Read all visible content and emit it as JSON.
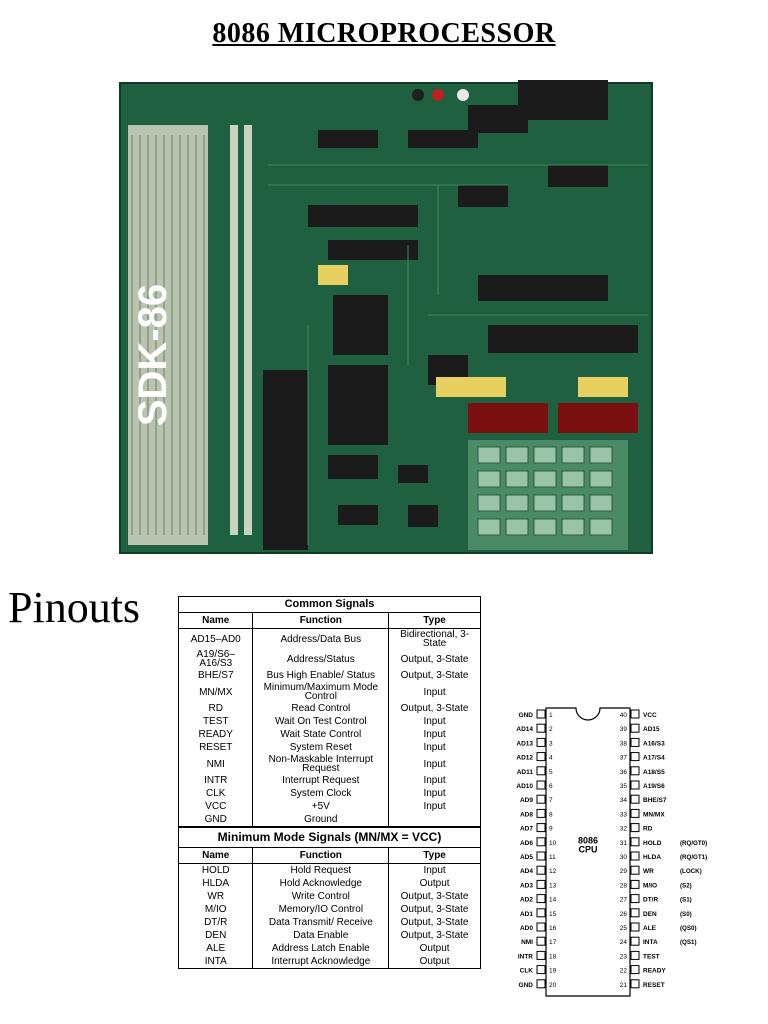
{
  "header": {
    "title": "8086 MICROPROCESSOR"
  },
  "board": {
    "silkscreen": "SDK-86"
  },
  "section": {
    "title": "Pinouts"
  },
  "common_signals": {
    "caption": "Common Signals",
    "headers": {
      "name": "Name",
      "function": "Function",
      "type": "Type"
    },
    "rows": [
      {
        "name": "AD15–AD0",
        "function": "Address/Data Bus",
        "type": "Bidirectional, 3-State"
      },
      {
        "name": "A19/S6– A16/S3",
        "function": "Address/Status",
        "type": "Output, 3-State"
      },
      {
        "name": "BHE/S7",
        "function": "Bus High Enable/ Status",
        "type": "Output, 3-State"
      },
      {
        "name": "MN/MX",
        "function": "Minimum/Maximum Mode Control",
        "type": "Input"
      },
      {
        "name": "RD",
        "function": "Read Control",
        "type": "Output, 3-State"
      },
      {
        "name": "TEST",
        "function": "Wait On Test Control",
        "type": "Input"
      },
      {
        "name": "READY",
        "function": "Wait State Control",
        "type": "Input"
      },
      {
        "name": "RESET",
        "function": "System Reset",
        "type": "Input"
      },
      {
        "name": "NMI",
        "function": "Non-Maskable Interrupt Request",
        "type": "Input"
      },
      {
        "name": "INTR",
        "function": "Interrupt Request",
        "type": "Input"
      },
      {
        "name": "CLK",
        "function": "System Clock",
        "type": "Input"
      },
      {
        "name": "VCC",
        "function": "+5V",
        "type": "Input"
      },
      {
        "name": "GND",
        "function": "Ground",
        "type": ""
      }
    ]
  },
  "min_mode_signals": {
    "caption": "Minimum Mode Signals (MN/MX = VCC)",
    "headers": {
      "name": "Name",
      "function": "Function",
      "type": "Type"
    },
    "rows": [
      {
        "name": "HOLD",
        "function": "Hold Request",
        "type": "Input"
      },
      {
        "name": "HLDA",
        "function": "Hold Acknowledge",
        "type": "Output"
      },
      {
        "name": "WR",
        "function": "Write Control",
        "type": "Output, 3-State"
      },
      {
        "name": "M/IO",
        "function": "Memory/IO Control",
        "type": "Output, 3-State"
      },
      {
        "name": "DT/R",
        "function": "Data Transmit/ Receive",
        "type": "Output, 3-State"
      },
      {
        "name": "DEN",
        "function": "Data Enable",
        "type": "Output, 3-State"
      },
      {
        "name": "ALE",
        "function": "Address Latch Enable",
        "type": "Output"
      },
      {
        "name": "INTA",
        "function": "Interrupt Acknowledge",
        "type": "Output"
      }
    ]
  },
  "chip": {
    "label_line1": "8086",
    "label_line2": "CPU",
    "left_pins": [
      {
        "num": "1",
        "label": "GND"
      },
      {
        "num": "2",
        "label": "AD14"
      },
      {
        "num": "3",
        "label": "AD13"
      },
      {
        "num": "4",
        "label": "AD12"
      },
      {
        "num": "5",
        "label": "AD11"
      },
      {
        "num": "6",
        "label": "AD10"
      },
      {
        "num": "7",
        "label": "AD9"
      },
      {
        "num": "8",
        "label": "AD8"
      },
      {
        "num": "9",
        "label": "AD7"
      },
      {
        "num": "10",
        "label": "AD6"
      },
      {
        "num": "11",
        "label": "AD5"
      },
      {
        "num": "12",
        "label": "AD4"
      },
      {
        "num": "13",
        "label": "AD3"
      },
      {
        "num": "14",
        "label": "AD2"
      },
      {
        "num": "15",
        "label": "AD1"
      },
      {
        "num": "16",
        "label": "AD0"
      },
      {
        "num": "17",
        "label": "NMI"
      },
      {
        "num": "18",
        "label": "INTR"
      },
      {
        "num": "19",
        "label": "CLK"
      },
      {
        "num": "20",
        "label": "GND"
      }
    ],
    "right_pins": [
      {
        "num": "40",
        "label": "VCC",
        "alt": ""
      },
      {
        "num": "39",
        "label": "AD15",
        "alt": ""
      },
      {
        "num": "38",
        "label": "A16/S3",
        "alt": ""
      },
      {
        "num": "37",
        "label": "A17/S4",
        "alt": ""
      },
      {
        "num": "36",
        "label": "A18/S5",
        "alt": ""
      },
      {
        "num": "35",
        "label": "A19/S6",
        "alt": ""
      },
      {
        "num": "34",
        "label": "BHE/S7",
        "alt": ""
      },
      {
        "num": "33",
        "label": "MN/MX",
        "alt": ""
      },
      {
        "num": "32",
        "label": "RD",
        "alt": ""
      },
      {
        "num": "31",
        "label": "HOLD",
        "alt": "(RQ/GT0)"
      },
      {
        "num": "30",
        "label": "HLDA",
        "alt": "(RQ/GT1)"
      },
      {
        "num": "29",
        "label": "WR",
        "alt": "(LOCK)"
      },
      {
        "num": "28",
        "label": "M/IO",
        "alt": "(S2)"
      },
      {
        "num": "27",
        "label": "DT/R",
        "alt": "(S1)"
      },
      {
        "num": "26",
        "label": "DEN",
        "alt": "(S0)"
      },
      {
        "num": "25",
        "label": "ALE",
        "alt": "(QS0)"
      },
      {
        "num": "24",
        "label": "INTA",
        "alt": "(QS1)"
      },
      {
        "num": "23",
        "label": "TEST",
        "alt": ""
      },
      {
        "num": "22",
        "label": "READY",
        "alt": ""
      },
      {
        "num": "21",
        "label": "RESET",
        "alt": ""
      }
    ]
  }
}
